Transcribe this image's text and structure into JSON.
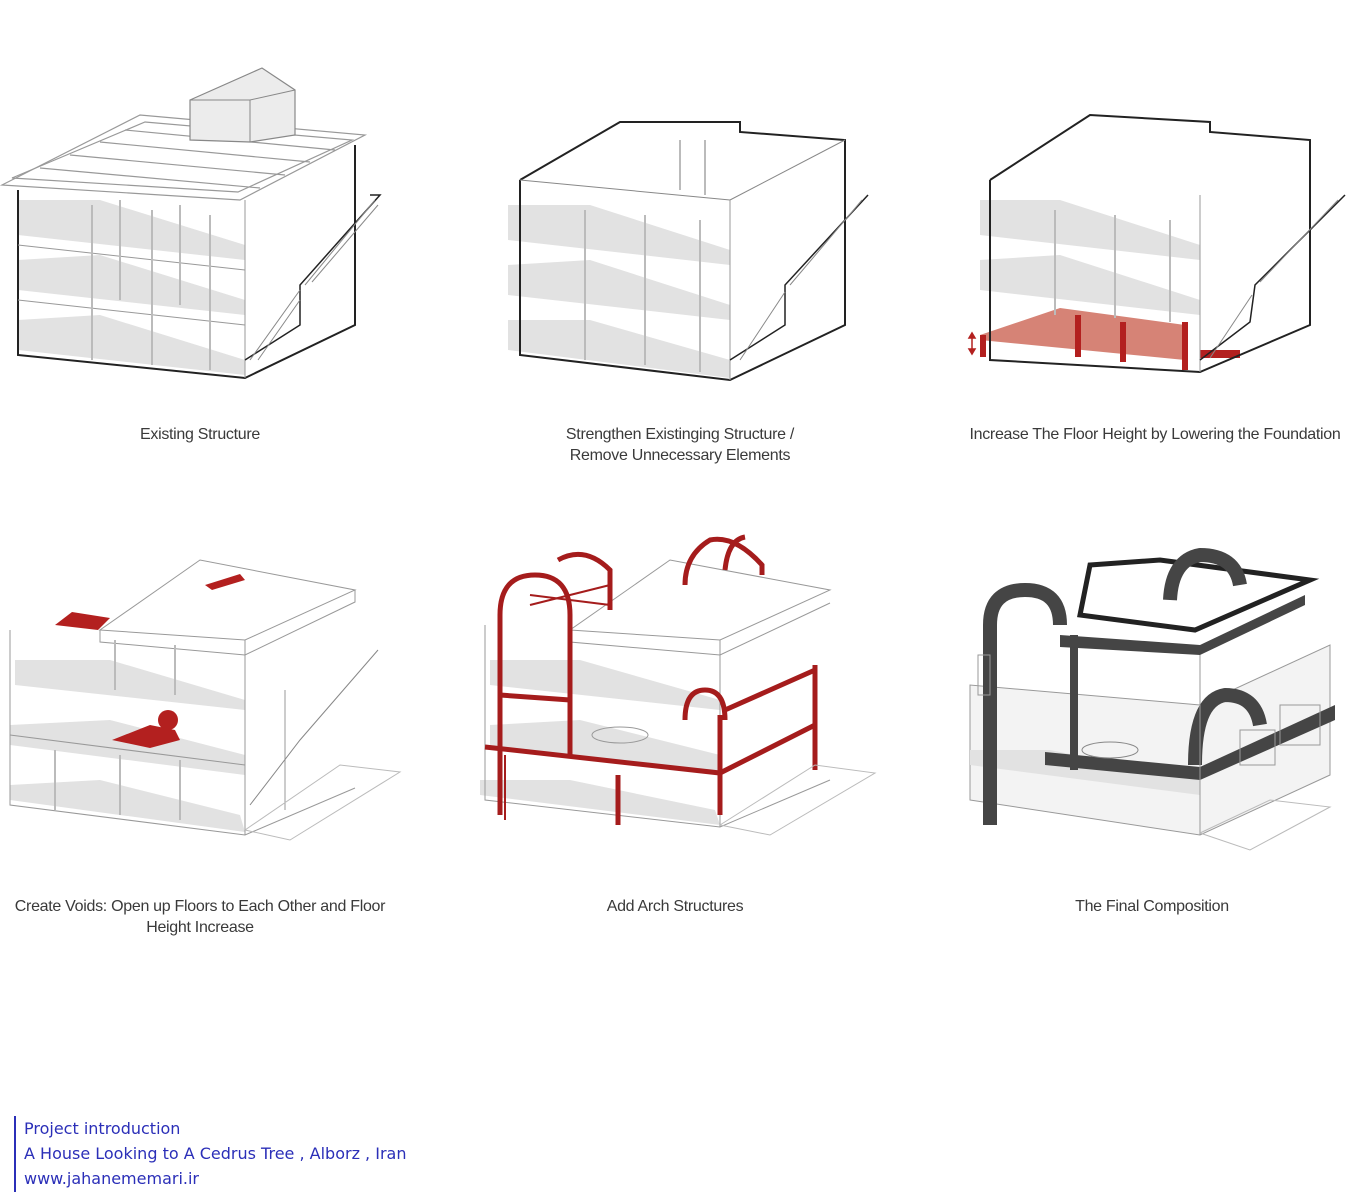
{
  "diagram": {
    "steps": [
      {
        "caption_lines": [
          "Existing Structure"
        ]
      },
      {
        "caption_lines": [
          "Strengthen Existinging  Structure /",
          "Remove Unnecessary Elements"
        ]
      },
      {
        "caption_lines": [
          "Increase The Floor Height by Lowering the Foundation"
        ]
      },
      {
        "caption_lines": [
          "Create Voids: Open up Floors to Each Other and Floor",
          "Height Increase"
        ]
      },
      {
        "caption_lines": [
          "Add Arch Structures"
        ]
      },
      {
        "caption_lines": [
          "The Final Composition"
        ]
      }
    ],
    "colors": {
      "highlight": "#b3201f",
      "dark_mass": "#454545",
      "slab": "#e2e2e2",
      "line": "#222222",
      "link": "#2b2fb8"
    }
  },
  "credit": {
    "line1": "Project introduction",
    "line2": "A House Looking to A Cedrus Tree , Alborz , Iran",
    "line3": "www.jahanememari.ir"
  }
}
